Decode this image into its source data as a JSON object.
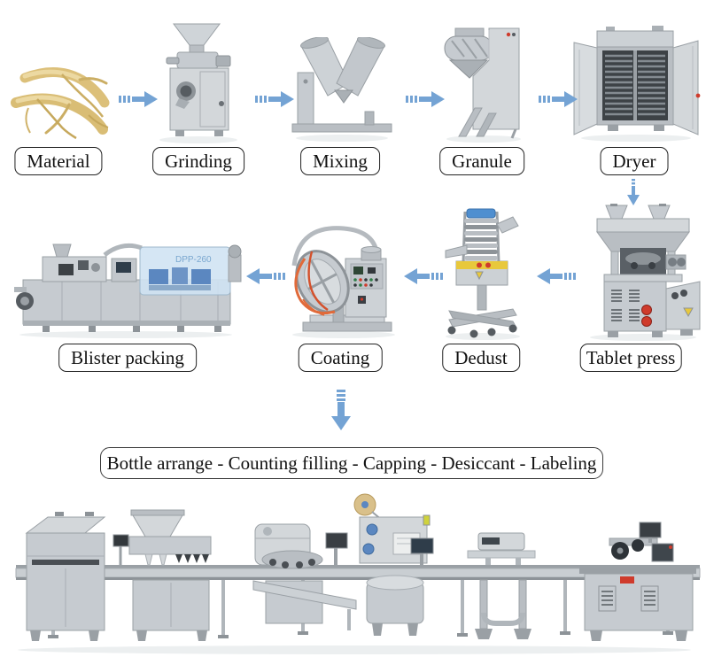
{
  "stages": {
    "row1": [
      {
        "label": "Material"
      },
      {
        "label": "Grinding"
      },
      {
        "label": "Mixing"
      },
      {
        "label": "Granule"
      },
      {
        "label": "Dryer"
      }
    ],
    "row2": [
      {
        "label": "Blister packing"
      },
      {
        "label": "Coating"
      },
      {
        "label": "Dedust"
      },
      {
        "label": "Tablet press"
      }
    ]
  },
  "banner": {
    "text": "Bottle arrange - Counting filling - Capping - Desiccant - Labeling"
  },
  "blister": {
    "marking": "DPP-260"
  },
  "colors": {
    "arrow": "#74a3d4",
    "label_border": "#222222",
    "machine_light": "#d3d7da",
    "machine_mid": "#b9bec3",
    "machine_dark": "#8d9398",
    "accent_red": "#cf3b2c",
    "accent_yellow": "#e8c83c",
    "accent_orange": "#e06a3a",
    "guard_blue": "#cfe3f2"
  }
}
